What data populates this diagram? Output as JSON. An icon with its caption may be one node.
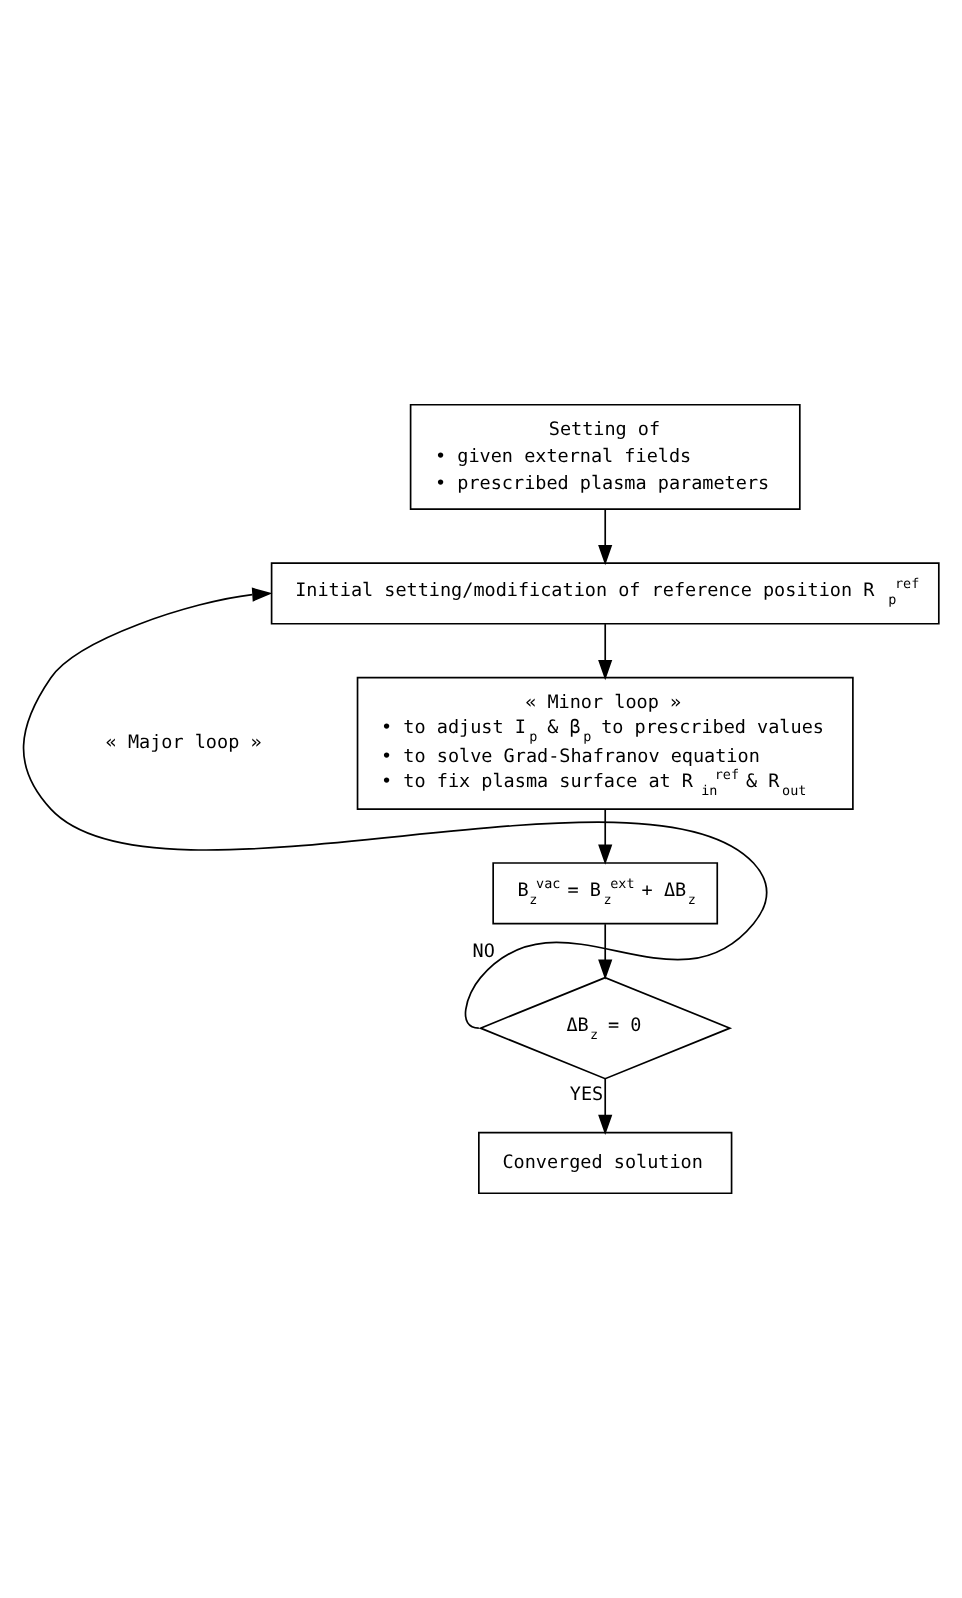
{
  "diagram": {
    "nodes": [
      {
        "text": [
          "Setting of",
          "• given external fields",
          "• prescribed plasma parameters"
        ]
      },
      {
        "text": [
          "Initial setting/modification of reference position R$_{p}$$^{ref}$"
        ]
      },
      {
        "text": [
          "« Minor loop »",
          "• to adjust I$_{p}$ & β$_{p}$ to prescribed values",
          "• to solve Grad-Shafranov equation",
          "• to fix plasma surface at R$_{in}$$^{ref}$ & R$_{out}$"
        ]
      },
      {
        "text": [
          "B$_{z}$$^{vac}$ = B$_{z}$$^{ext}$ + ΔB$_{z}$"
        ]
      },
      {
        "text": [
          "ΔB$_{z}$ = 0"
        ]
      },
      {
        "text": [
          "Converged solution"
        ]
      }
    ],
    "edges": [
      {
        "from": 0,
        "to": 1,
        "arrow": "to"
      },
      {
        "from": 1,
        "to": 2,
        "arrow": "to"
      },
      {
        "from": 2,
        "to": 3,
        "arrow": "to"
      },
      {
        "from": 3,
        "to": 4,
        "arrow": "to"
      },
      {
        "from": 4,
        "to": 1,
        "arrow": "to",
        "label": "NO"
      },
      {
        "from": 4,
        "to": 5,
        "arrow": "to",
        "label": "YES"
      }
    ],
    "labels": [
      "« Major loop »"
    ]
  }
}
